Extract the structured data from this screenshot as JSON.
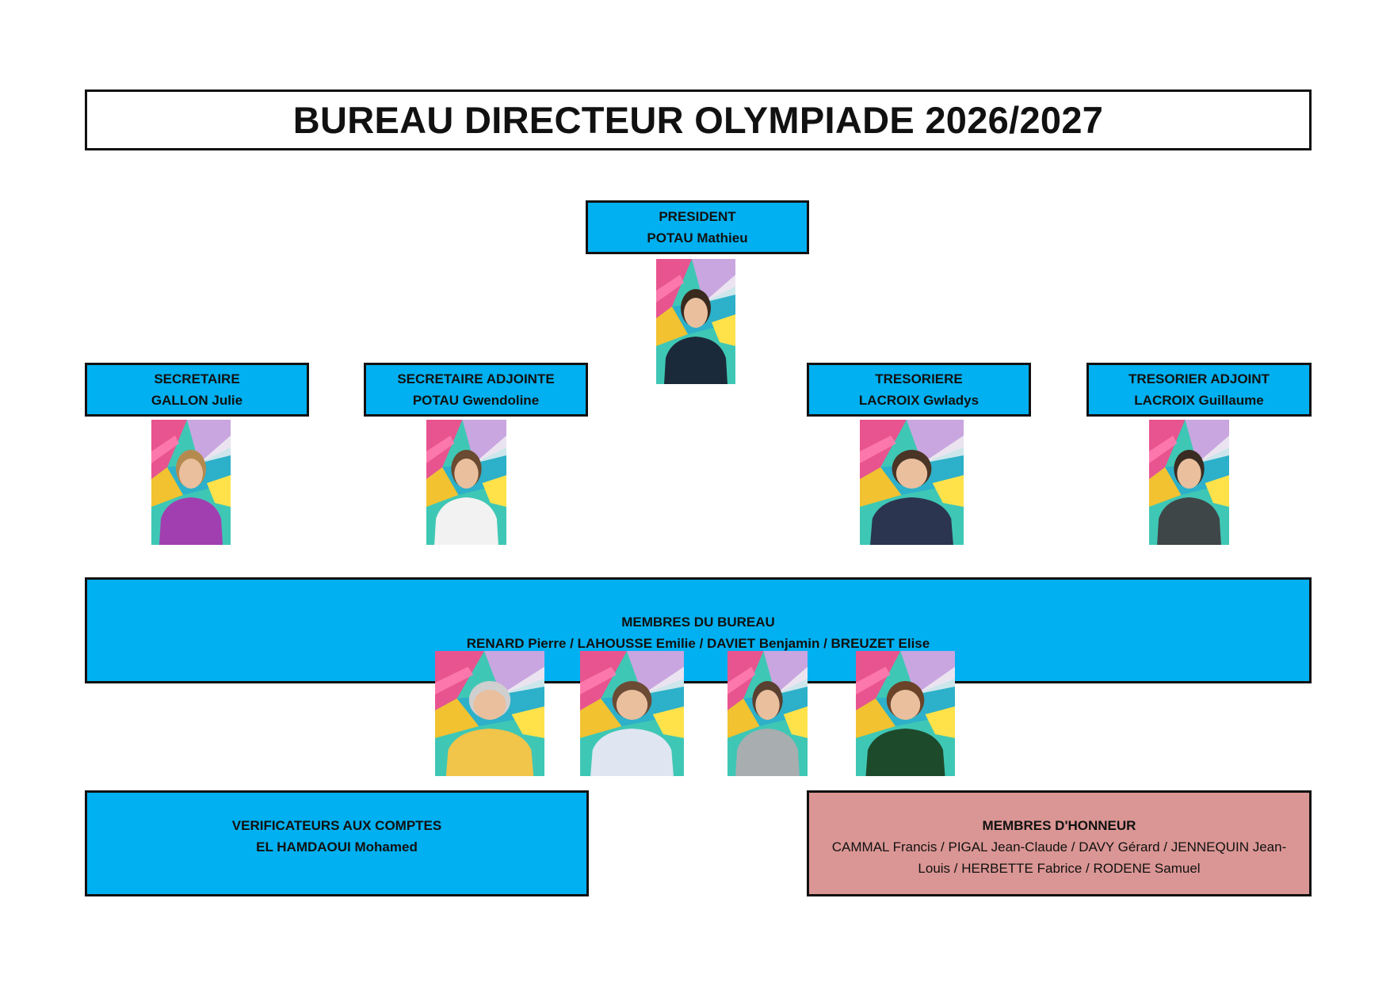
{
  "header": {
    "title": "BUREAU DIRECTEUR OLYMPIADE 2026/2027"
  },
  "roles": {
    "president": {
      "title": "PRESIDENT",
      "name": "POTAU Mathieu"
    },
    "secretaire": {
      "title": "SECRETAIRE",
      "name": "GALLON Julie"
    },
    "secretaire_adjointe": {
      "title": "SECRETAIRE ADJOINTE",
      "name": "POTAU Gwendoline"
    },
    "tresoriere": {
      "title": "TRESORIERE",
      "name": "LACROIX Gwladys"
    },
    "tresorier_adjoint": {
      "title": "TRESORIER ADJOINT",
      "name": "LACROIX Guillaume"
    }
  },
  "membres_bureau": {
    "title": "MEMBRES DU BUREAU",
    "names": "RENARD Pierre / LAHOUSSE Emilie / DAVIET Benjamin / BREUZET Elise"
  },
  "verificateurs": {
    "title": "VERIFICATEURS AUX COMPTES",
    "name": "EL HAMDAOUI Mohamed"
  },
  "membres_honneur": {
    "title": "MEMBRES D'HONNEUR",
    "names_line1": "CAMMAL Francis / PIGAL Jean-Claude / DAVY Gérard / JENNEQUIN Jean-",
    "names_line2": "Louis / HERBETTE Fabrice / RODENE Samuel"
  },
  "colors": {
    "role_box": "#00b0f0",
    "honor_box": "#da9694",
    "border": "#111111"
  },
  "photos": [
    {
      "id": "president",
      "shirt": "#1b2a3a",
      "hair": "#3a2a1e"
    },
    {
      "id": "secretaire",
      "shirt": "#a23fb0",
      "hair": "#b48a4e"
    },
    {
      "id": "secretaire_adjointe",
      "shirt": "#f2f2f2",
      "hair": "#6a4a30"
    },
    {
      "id": "tresoriere",
      "shirt": "#2b3550",
      "hair": "#4a3425"
    },
    {
      "id": "tresorier_adjoint",
      "shirt": "#3f4648",
      "hair": "#3a2c22"
    },
    {
      "id": "renard",
      "shirt": "#f1c44a",
      "hair": "#cfcfcf"
    },
    {
      "id": "lahousse",
      "shirt": "#dfe6f2",
      "hair": "#6b4b34"
    },
    {
      "id": "daviet",
      "shirt": "#a8adb0",
      "hair": "#5a4030"
    },
    {
      "id": "breuzet",
      "shirt": "#1e4a2c",
      "hair": "#6a4328"
    }
  ]
}
